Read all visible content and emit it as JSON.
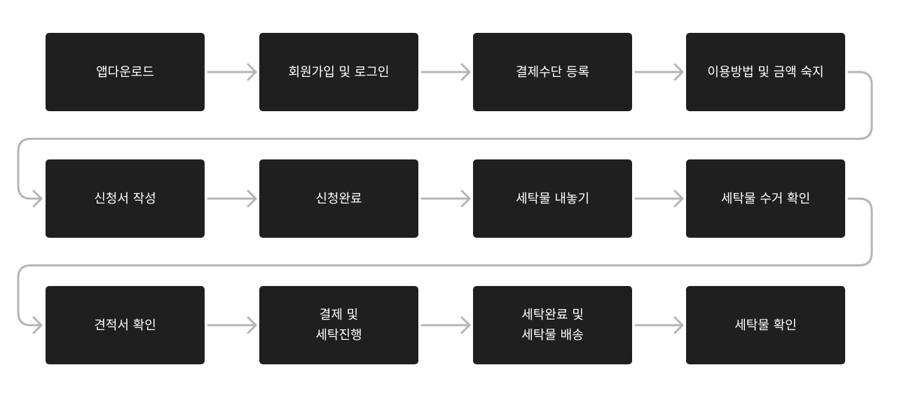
{
  "colors": {
    "box_fill": "#1f1f1f",
    "box_text": "#ffffff",
    "connector": "#b5b5b5",
    "background": "#ffffff"
  },
  "flow": {
    "direction": "left-to-right, wrapping to next row",
    "steps": [
      {
        "label": "앱다운로드"
      },
      {
        "label": "회원가입 및 로그인"
      },
      {
        "label": "결제수단 등록"
      },
      {
        "label": "이용방법 및 금액 숙지"
      },
      {
        "label": "신청서 작성"
      },
      {
        "label": "신청완료"
      },
      {
        "label": "세탁물 내놓기"
      },
      {
        "label": "세탁물 수거 확인"
      },
      {
        "label": "견적서 확인"
      },
      {
        "label": "결제 및\n세탁진행"
      },
      {
        "label": "세탁완료 및\n세탁물 배송"
      },
      {
        "label": "세탁물 확인"
      }
    ]
  }
}
